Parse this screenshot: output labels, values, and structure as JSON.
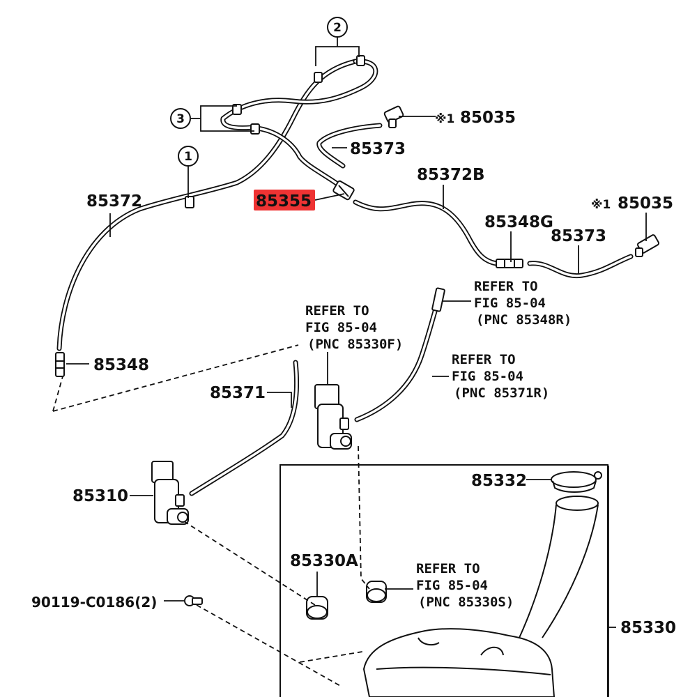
{
  "highlight_color": "#ee3333",
  "labels": {
    "p85035_a": "85035",
    "p85035_b": "85035",
    "mark1_a": "※1",
    "mark1_b": "※1",
    "p85373_a": "85373",
    "p85373_b": "85373",
    "p85372b": "85372B",
    "p85372": "85372",
    "p85355": "85355",
    "p85348g": "85348G",
    "p85348": "85348",
    "p85371": "85371",
    "p85310": "85310",
    "p85332": "85332",
    "p85330a": "85330A",
    "p90119": "90119-C0186(2)",
    "p85330": "85330"
  },
  "callouts": {
    "c1": "1",
    "c2": "2",
    "c3": "3"
  },
  "references": {
    "ref_348r": [
      "REFER TO",
      "FIG 85-04",
      "(PNC 85348R)"
    ],
    "ref_330f": [
      "REFER TO",
      "FIG 85-04",
      "(PNC 85330F)"
    ],
    "ref_371r": [
      "REFER TO",
      "FIG 85-04",
      "(PNC 85371R)"
    ],
    "ref_330s": [
      "REFER TO",
      "FIG 85-04",
      "(PNC 85330S)"
    ]
  }
}
